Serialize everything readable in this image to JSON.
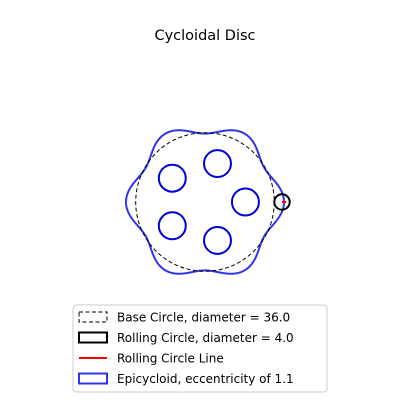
{
  "chart_data": {
    "type": "line",
    "title": "Cycloidal Disc",
    "xlabel": "",
    "ylabel": "",
    "axes_visible": false,
    "grid": false,
    "aspect": "equal",
    "xlim": [
      -30,
      30
    ],
    "ylim": [
      -30,
      30
    ],
    "base_circle": {
      "diameter": 36.0,
      "center": [
        0,
        0
      ]
    },
    "rolling_circle": {
      "diameter": 4.0,
      "center": [
        20.0,
        0
      ]
    },
    "rolling_circle_line": {
      "from": [
        20.0,
        0
      ],
      "to": [
        21.1,
        0
      ]
    },
    "epicycloid": {
      "lobes": 6,
      "eccentricity": 1.1
    },
    "holes": {
      "count": 5,
      "pitch_radius": 10.5,
      "diameter": 7.0,
      "first_angle_deg": 0
    },
    "legend": {
      "placement": "lower-center",
      "entries": [
        {
          "key": "base",
          "label": "Base Circle, diameter = 36.0",
          "style": "dashed",
          "color": "#000000"
        },
        {
          "key": "rolling",
          "label": "Rolling Circle, diameter = 4.0",
          "style": "solid-box",
          "color": "#000000"
        },
        {
          "key": "line",
          "label": "Rolling Circle Line",
          "style": "line",
          "color": "#ff0000"
        },
        {
          "key": "epi",
          "label": "Epicycloid, eccentricity of 1.1",
          "style": "solid-box",
          "color": "#3333ee"
        }
      ]
    },
    "colors": {
      "base": "#000000",
      "rolling": "#000000",
      "line": "#ff0000",
      "epicycloid": "#3333ee",
      "holes": "#0000dd"
    }
  }
}
